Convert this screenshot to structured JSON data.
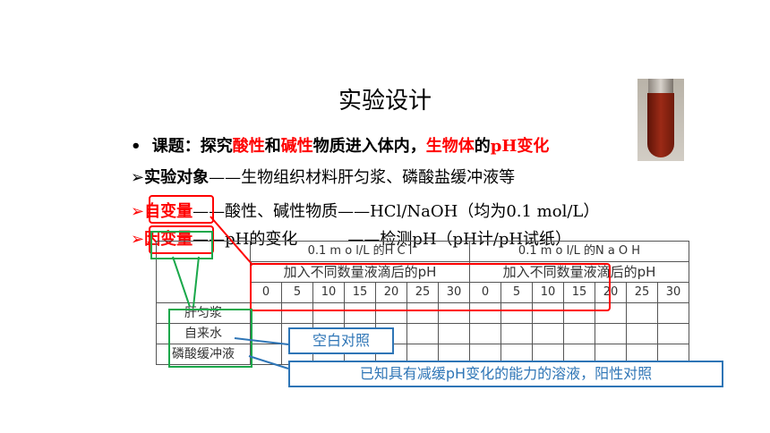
{
  "slide": {
    "title": "实验设计",
    "bullet": "•",
    "topic": {
      "prefix": "课题：探究",
      "acid": "酸性",
      "and": "和",
      "base": "碱性",
      "middle": "物质进入体内，",
      "organism": "生物体",
      "of": "的",
      "ph": "pH变化"
    },
    "line_subject": {
      "arrow": "➢",
      "label": "实验对象",
      "rest": "——生物组织材料肝匀浆、磷酸盐缓冲液等"
    },
    "line_independent": {
      "arrow": "➢",
      "label": "自变量",
      "rest": "——酸性、碱性物质——HCl/NaOH（均为0.1 mol/L）"
    },
    "line_dependent": {
      "arrow": "➢",
      "label": "因变量",
      "rest_a": "——pH的变化",
      "rest_b": "——检测pH（pH计/pH试纸）"
    }
  },
  "table": {
    "hcl_header": "0.1 m o l/L 的H C l",
    "naoh_header": "0.1 m o l/L 的N a O H",
    "sub_header": "加入不同数量液滴后的pH",
    "drops": [
      "0",
      "5",
      "10",
      "15",
      "20",
      "25",
      "30"
    ],
    "rows": [
      "肝匀浆",
      "自来水",
      "磷酸缓冲液"
    ]
  },
  "callouts": {
    "blank_control": "空白对照",
    "positive_control": "已知具有减缓pH变化的能力的溶液，阳性对照"
  },
  "colors": {
    "red": "#ff0000",
    "green": "#1aa84a",
    "blue": "#2e75b6"
  }
}
